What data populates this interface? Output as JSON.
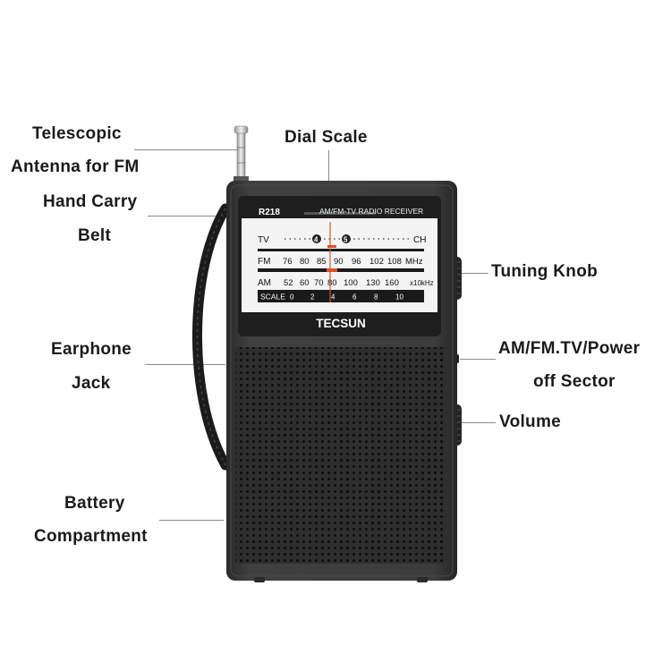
{
  "callouts": {
    "telescopic": [
      "Telescopic",
      "Antenna for FM"
    ],
    "dial_scale": "Dial Scale",
    "hand_carry": [
      "Hand Carry",
      "Belt"
    ],
    "tuning_knob": "Tuning Knob",
    "earphone": [
      "Earphone",
      "Jack"
    ],
    "band_switch": [
      "AM/FM.TV/Power",
      "off Sector"
    ],
    "volume": "Volume",
    "battery": [
      "Battery",
      "Compartment"
    ]
  },
  "radio": {
    "model": "R218",
    "header": "AM/FM-TV RADIO RECEIVER",
    "brand": "TECSUN",
    "tv_label": "TV",
    "ch_label": "CH",
    "tv_channels": [
      "4",
      "5"
    ],
    "fm_label": "FM",
    "fm_ticks": [
      "76",
      "80",
      "85",
      "90",
      "96",
      "102",
      "108"
    ],
    "fm_unit": "MHz",
    "am_label": "AM",
    "am_ticks": [
      "52",
      "60",
      "70",
      "80",
      "100",
      "130",
      "160"
    ],
    "am_unit": "x10kHz",
    "scale_label": "SCALE",
    "scale_ticks": [
      "0",
      "2",
      "4",
      "6",
      "8",
      "10"
    ]
  },
  "colors": {
    "body": "#3a3a3a",
    "speaker": "#2c2c2c",
    "dial_face": "#f4f4f4",
    "pointer": "#d9532b",
    "leader": "#8a8a8a"
  }
}
